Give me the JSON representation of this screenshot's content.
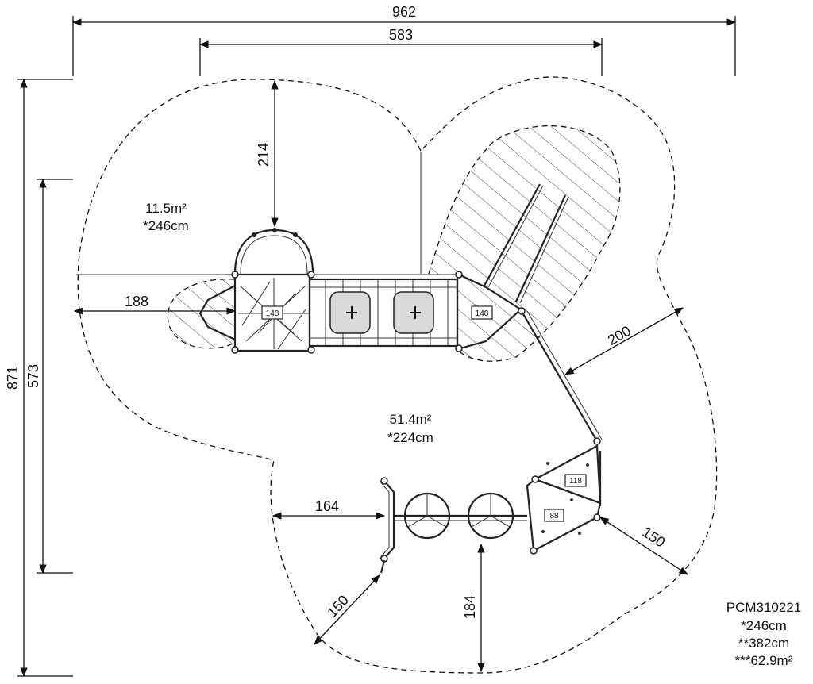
{
  "dimensions": {
    "overall_width": "962",
    "inner_width": "583",
    "overall_height": "871",
    "inner_height": "573",
    "top_depth": "214",
    "left_depth": "188",
    "right_diag": "200",
    "bottom_left_horizontal": "164",
    "bottom_left_diag": "150",
    "bottom_vertical": "184",
    "bottom_right_diag": "150"
  },
  "areas": {
    "small_area": "11.5m²",
    "small_height": "*246cm",
    "main_area": "51.4m²",
    "main_height": "*224cm"
  },
  "tags": {
    "deck_left": "148",
    "deck_right": "148",
    "deck_118": "118",
    "deck_88": "88"
  },
  "info": {
    "code": "PCM310221",
    "line1": "*246cm",
    "line2": "**382cm",
    "line3": "***62.9m²"
  }
}
